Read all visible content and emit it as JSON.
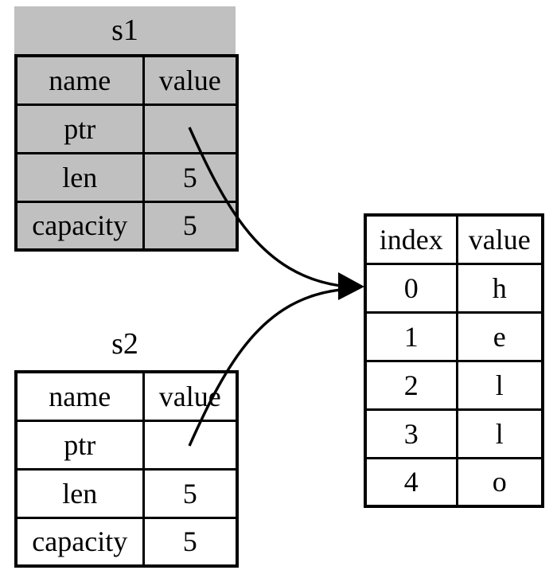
{
  "colors": {
    "gray_fill": "#c0c0c0",
    "background": "#ffffff",
    "border": "#000000",
    "arrow": "#000000"
  },
  "s1": {
    "title": "s1",
    "columns": [
      "name",
      "value"
    ],
    "rows": [
      [
        "ptr",
        ""
      ],
      [
        "len",
        "5"
      ],
      [
        "capacity",
        "5"
      ]
    ]
  },
  "s2": {
    "title": "s2",
    "columns": [
      "name",
      "value"
    ],
    "rows": [
      [
        "ptr",
        ""
      ],
      [
        "len",
        "5"
      ],
      [
        "capacity",
        "5"
      ]
    ]
  },
  "heap": {
    "columns": [
      "index",
      "value"
    ],
    "rows": [
      [
        "0",
        "h"
      ],
      [
        "1",
        "e"
      ],
      [
        "2",
        "l"
      ],
      [
        "3",
        "l"
      ],
      [
        "4",
        "o"
      ]
    ]
  },
  "arrows": [
    {
      "from": "s1.ptr",
      "to": "heap.row-0"
    },
    {
      "from": "s2.ptr",
      "to": "heap.row-0"
    }
  ]
}
